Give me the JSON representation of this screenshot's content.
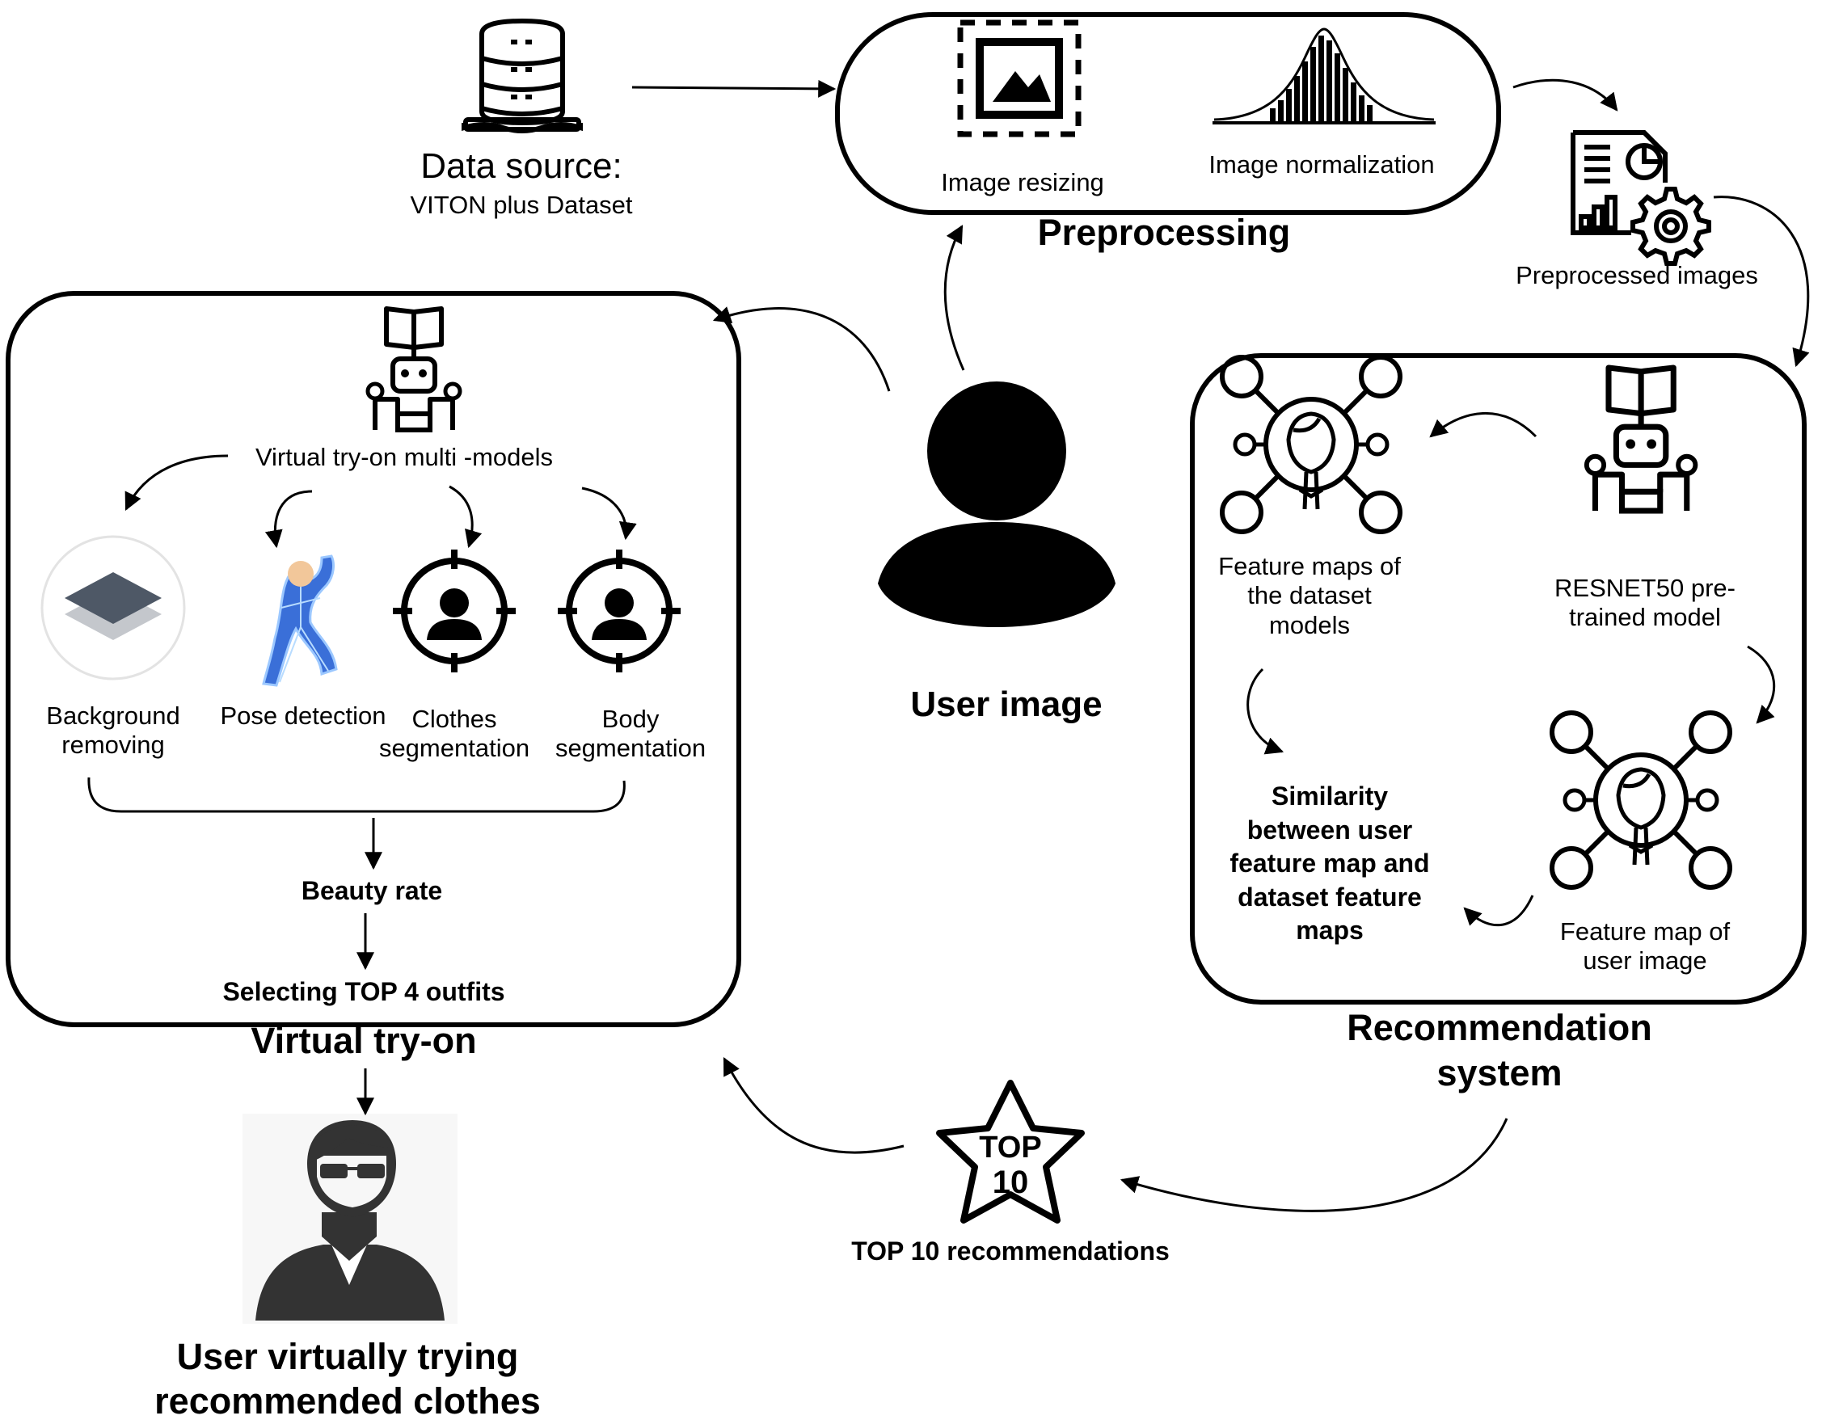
{
  "data_source": {
    "title": "Data source:",
    "subtitle": "VITON plus Dataset",
    "icon": "database-icon"
  },
  "preprocessing": {
    "title": "Preprocessing",
    "steps": [
      {
        "label": "Image resizing",
        "icon": "image-resize-icon"
      },
      {
        "label": "Image normalization",
        "icon": "histogram-icon"
      }
    ]
  },
  "preprocessed_images": {
    "label": "Preprocessed images",
    "icon": "report-gear-icon"
  },
  "user_image": {
    "label": "User image",
    "icon": "user-silhouette-icon"
  },
  "recommendation": {
    "title_line1": "Recommendation",
    "title_line2": "system",
    "dataset_maps": [
      "Feature maps of",
      "the dataset",
      "models"
    ],
    "resnet": [
      "RESNET50 pre-",
      "trained model"
    ],
    "user_map": [
      "Feature map of",
      "user image"
    ],
    "similarity": [
      "Similarity",
      "between user",
      "feature map and",
      "dataset feature",
      "maps"
    ]
  },
  "virtual_tryon": {
    "title": "Virtual try-on",
    "multi_models": "Virtual try-on multi -models",
    "models": [
      {
        "lines": [
          "Background",
          "removing"
        ],
        "icon": "layers-icon"
      },
      {
        "lines": [
          "Pose detection"
        ],
        "icon": "pose-skeleton-icon"
      },
      {
        "lines": [
          "Clothes",
          "segmentation"
        ],
        "icon": "target-person-icon"
      },
      {
        "lines": [
          "Body",
          "segmentation"
        ],
        "icon": "target-person-icon"
      }
    ],
    "beauty_rate": "Beauty rate",
    "selecting": "Selecting TOP 4 outfits"
  },
  "top10": {
    "badge_top": "TOP",
    "badge_num": "10",
    "label": "TOP 10 recommendations",
    "icon": "star-badge-icon"
  },
  "final": {
    "lines": [
      "User virtually trying",
      "recommended clothes"
    ],
    "icon": "user-avatar-icon"
  }
}
